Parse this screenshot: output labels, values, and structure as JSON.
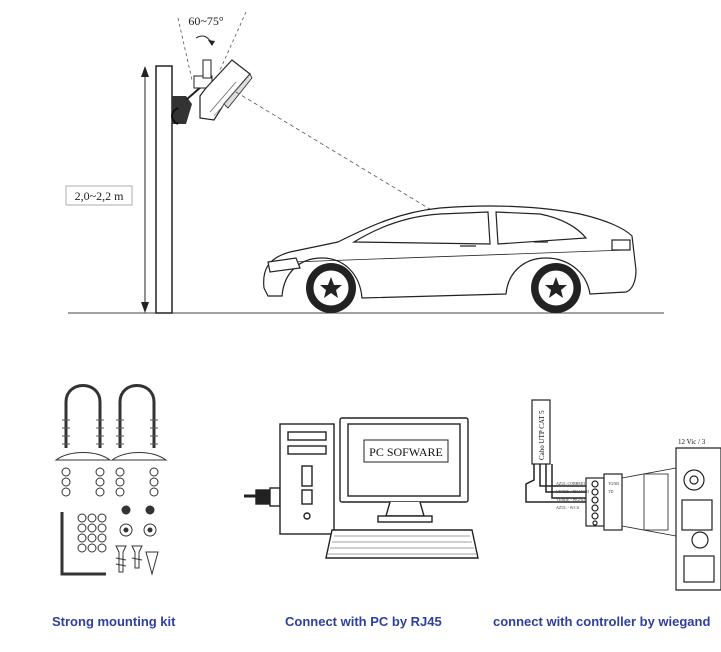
{
  "top_diagram": {
    "angle_label": "60~75°",
    "height_label": "2,0~2,2 m"
  },
  "pc_panel": {
    "screen_text": "PC SOFWARE"
  },
  "wiring_panel": {
    "cable_label": "Cabo UTP CAT 5",
    "voltage_label": "12 Vic / 3",
    "terminal_labels": [
      "AZUL CORREIO",
      "TGND",
      "VERDE / BRANCO",
      "TD",
      "VERDE - WGND",
      "AZUL - W.CS"
    ]
  },
  "captions": {
    "mounting": "Strong mounting kit",
    "pc": "Connect with PC by RJ45",
    "controller": "connect with controller by wiegand"
  },
  "colors": {
    "caption": "#2f3f9e",
    "line": "#222222"
  }
}
